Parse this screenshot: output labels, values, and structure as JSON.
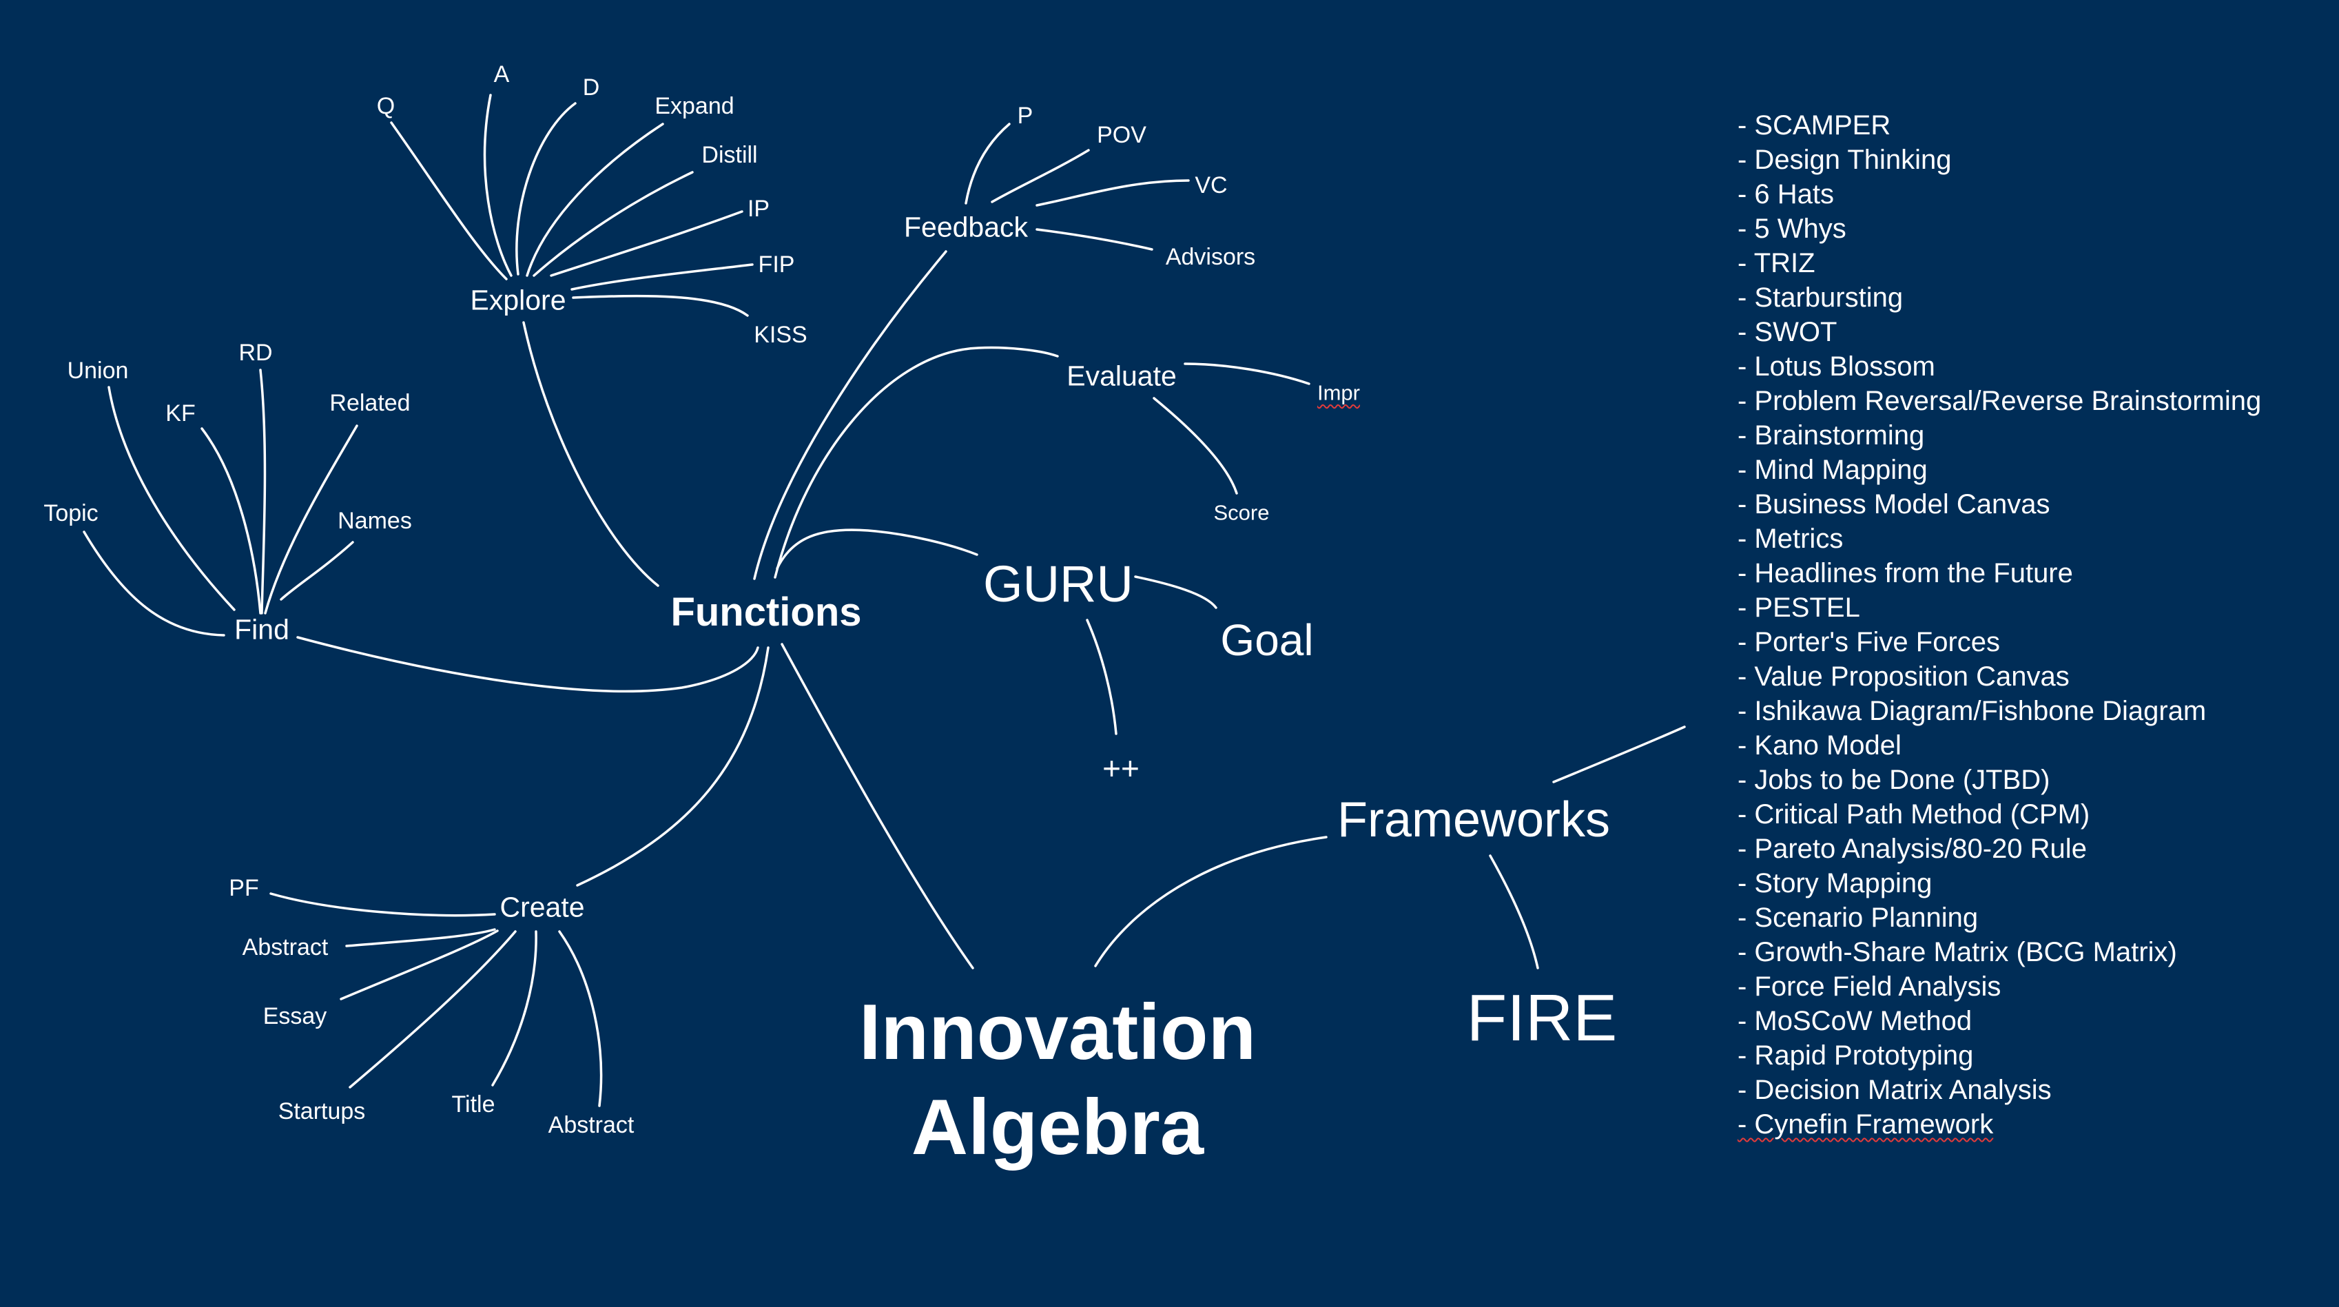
{
  "diagram": {
    "title_line1": "Innovation",
    "title_line2": "Algebra",
    "functions": "Functions",
    "explore": {
      "label": "Explore",
      "children": [
        "Q",
        "A",
        "D",
        "Expand",
        "Distill",
        "IP",
        "FIP",
        "KISS"
      ]
    },
    "find": {
      "label": "Find",
      "children": [
        "Union",
        "RD",
        "KF",
        "Related",
        "Topic",
        "Names"
      ]
    },
    "create": {
      "label": "Create",
      "children": [
        "PF",
        "Abstract",
        "Essay",
        "Startups",
        "Title",
        "Abstract"
      ]
    },
    "feedback": {
      "label": "Feedback",
      "children": [
        "P",
        "POV",
        "VC",
        "Advisors"
      ]
    },
    "evaluate": {
      "label": "Evaluate",
      "children": [
        "Impr",
        "Score"
      ]
    },
    "guru": {
      "label": "GURU",
      "children": [
        "Goal",
        "++"
      ]
    },
    "frameworks": {
      "label": "Frameworks",
      "fire": "FIRE",
      "list": [
        "- SCAMPER",
        "- Design Thinking",
        "- 6 Hats",
        "- 5 Whys",
        "- TRIZ",
        "- Starbursting",
        "- SWOT",
        "- Lotus Blossom",
        "- Problem Reversal/Reverse Brainstorming",
        "- Brainstorming",
        "- Mind Mapping",
        "- Business Model Canvas",
        "- Metrics",
        "- Headlines from the Future",
        "- PESTEL",
        "- Porter's Five Forces",
        "- Value Proposition Canvas",
        "- Ishikawa Diagram/Fishbone Diagram",
        "- Kano Model",
        "- Jobs to be Done (JTBD)",
        "- Critical Path Method (CPM)",
        "- Pareto Analysis/80-20 Rule",
        "- Story Mapping",
        "- Scenario Planning",
        "- Growth-Share Matrix (BCG Matrix)",
        "- Force Field Analysis",
        "- MoSCoW Method",
        "- Rapid Prototyping",
        "- Decision Matrix Analysis",
        "- Cynefin Framework"
      ]
    }
  },
  "colors": {
    "background": "#002d57",
    "text": "#ffffff",
    "line": "#ffffff",
    "spellcheck_underline": "#e23b3b"
  }
}
